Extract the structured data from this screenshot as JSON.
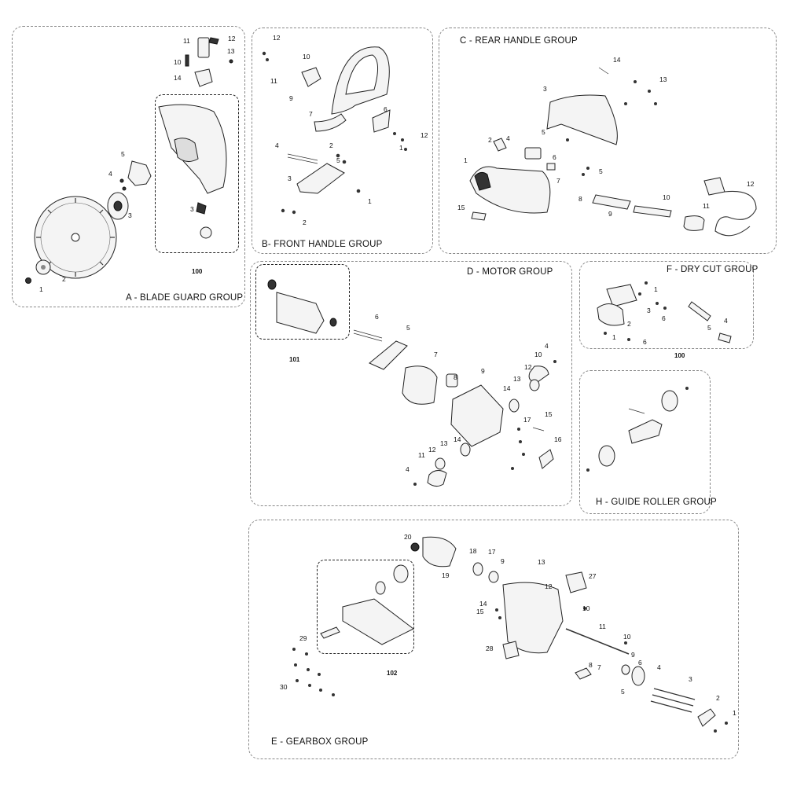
{
  "groups": {
    "a": {
      "title": "A - BLADE GUARD GROUP",
      "sub": "100",
      "labels": [
        "11",
        "12",
        "10",
        "13",
        "14",
        "5",
        "4",
        "3",
        "2",
        "1",
        "3"
      ]
    },
    "b": {
      "title": "B- FRONT HANDLE GROUP",
      "labels": [
        "12",
        "10",
        "11",
        "9",
        "7",
        "6",
        "12",
        "1",
        "4",
        "2",
        "5",
        "3",
        "1",
        "2"
      ]
    },
    "c": {
      "title": "C - REAR HANDLE GROUP",
      "labels": [
        "14",
        "13",
        "3",
        "2",
        "4",
        "5",
        "1",
        "6",
        "7",
        "5",
        "8",
        "10",
        "9",
        "11",
        "12",
        "15"
      ]
    },
    "d": {
      "title": "D - MOTOR GROUP",
      "sub": "101",
      "labels": [
        "6",
        "5",
        "7",
        "8",
        "9",
        "4",
        "10",
        "12",
        "13",
        "14",
        "15",
        "17",
        "16",
        "14",
        "13",
        "12",
        "11",
        "4"
      ]
    },
    "f": {
      "title": "F - DRY CUT GROUP",
      "labels": [
        "1",
        "3",
        "6",
        "2",
        "1",
        "6",
        "4",
        "5"
      ]
    },
    "h": {
      "title": "H - GUIDE ROLLER GROUP",
      "sub": "100"
    },
    "e": {
      "title": "E - GEARBOX GROUP",
      "sub": "102",
      "labels": [
        "20",
        "19",
        "18",
        "17",
        "9",
        "13",
        "12",
        "27",
        "14",
        "15",
        "10",
        "11",
        "10",
        "28",
        "29",
        "30",
        "9",
        "6",
        "8",
        "7",
        "5",
        "4",
        "3",
        "2",
        "1"
      ]
    }
  }
}
